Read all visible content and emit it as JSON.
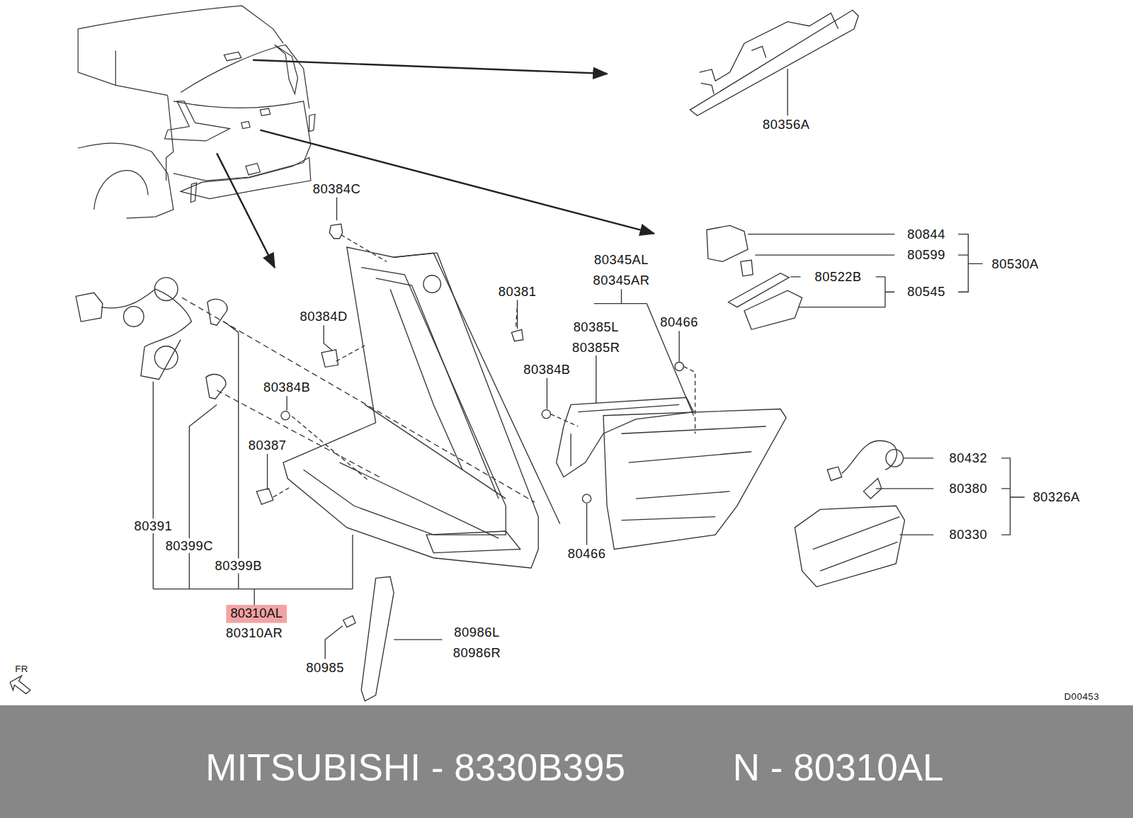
{
  "diagram": {
    "nodes": [
      {
        "text": [
          "80310AL"
        ]
      },
      {
        "text": [
          "MITSUBISHI - 8330B395",
          "N - 80310AL"
        ]
      }
    ],
    "labels": [
      "80356A",
      "80384C",
      "80381",
      "80384D",
      "80345AL",
      "80345AR",
      "80385L",
      "80385R",
      "80466",
      "80844",
      "80599",
      "80522B",
      "80545",
      "80530A",
      "80384B",
      "80384B",
      "80387",
      "80432",
      "80380",
      "80326A",
      "80330",
      "80391",
      "80399C",
      "80399B",
      "80466",
      "80310AR",
      "80985",
      "80986L",
      "80986R",
      "FR",
      "D00453"
    ]
  }
}
